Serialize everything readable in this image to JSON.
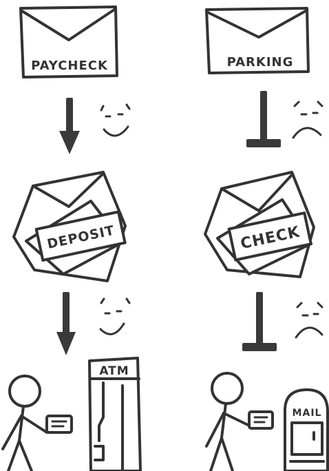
{
  "left_column": {
    "envelope_label": "PAYCHECK",
    "check_label": "DEPOSIT",
    "machine_label": "ATM"
  },
  "right_column": {
    "envelope_label": "PARKING",
    "check_label": "CHECK",
    "machine_label": "MAIL"
  },
  "colors": {
    "ink": "#333333",
    "paper": "#ffffff"
  }
}
